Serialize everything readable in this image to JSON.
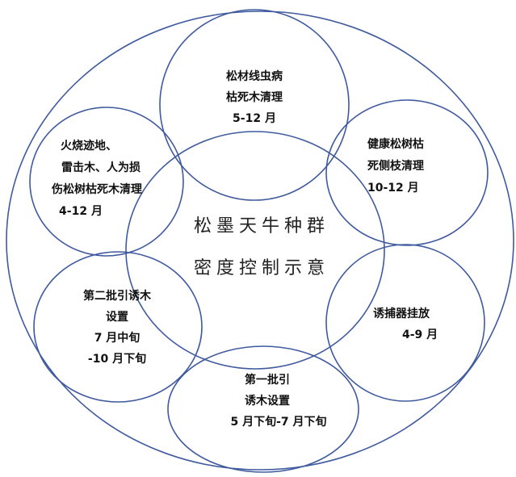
{
  "colors": {
    "stroke": "#3f5a9e",
    "text": "#111111"
  },
  "center": {
    "line1": "松墨天牛种群",
    "line2": "密度控制示意"
  },
  "nodes": {
    "top": {
      "lines": [
        "松材线虫病",
        "枯死木清理",
        "5-12 月"
      ]
    },
    "upper_left": {
      "lines": [
        "火烧迹地、",
        "雷击木、人为损",
        "伤松树枯死木清理",
        "4-12 月"
      ]
    },
    "upper_right": {
      "lines": [
        "健康松树枯",
        "死侧枝清理",
        "10-12 月"
      ]
    },
    "lower_left": {
      "lines": [
        "第二批引诱木",
        "设置",
        "7 月中旬",
        "-10 月下旬"
      ]
    },
    "lower_right": {
      "lines": [
        "诱捕器挂放",
        "4-9 月"
      ]
    },
    "bottom": {
      "lines": [
        "第一批引",
        "诱木设置",
        "5 月下旬-7 月下旬"
      ]
    }
  }
}
